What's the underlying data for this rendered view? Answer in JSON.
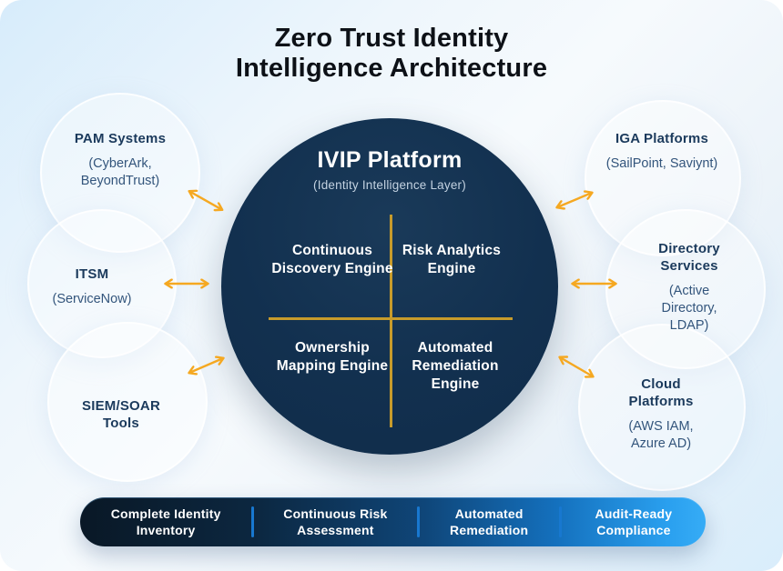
{
  "title": {
    "line1": "Zero Trust Identity",
    "line2": "Intelligence Architecture"
  },
  "platform": {
    "name": "IVIP Platform",
    "subtitle": "(Identity Intelligence Layer)",
    "engines": [
      "Continuous Discovery Engine",
      "Risk Analytics Engine",
      "Ownership Mapping Engine",
      "Automated Remediation Engine"
    ]
  },
  "external_systems": [
    {
      "name": "PAM Systems",
      "detail": "(CyberArk, BeyondTrust)"
    },
    {
      "name": "ITSM",
      "detail": "(ServiceNow)"
    },
    {
      "name": "SIEM/SOAR Tools",
      "detail": ""
    },
    {
      "name": "IGA Platforms",
      "detail": "(SailPoint, Saviynt)"
    },
    {
      "name": "Directory Services",
      "detail": "(Active Directory, LDAP)"
    },
    {
      "name": "Cloud Platforms",
      "detail": "(AWS IAM, Azure AD)"
    }
  ],
  "benefits": [
    "Complete Identity Inventory",
    "Continuous Risk Assessment",
    "Automated Remediation",
    "Audit-Ready Compliance"
  ],
  "colors": {
    "circle_navy": "#12304F",
    "divider_gold": "#C79B2B",
    "arrow_orange": "#F5A821",
    "heading_navy": "#1B3A5C",
    "detail_slate": "#33557C",
    "bar_dark": "#091826",
    "bar_bright_blue": "#36ACF6",
    "bar_divider_blue": "#1878D0",
    "background_tint": "#D7ECFB"
  }
}
